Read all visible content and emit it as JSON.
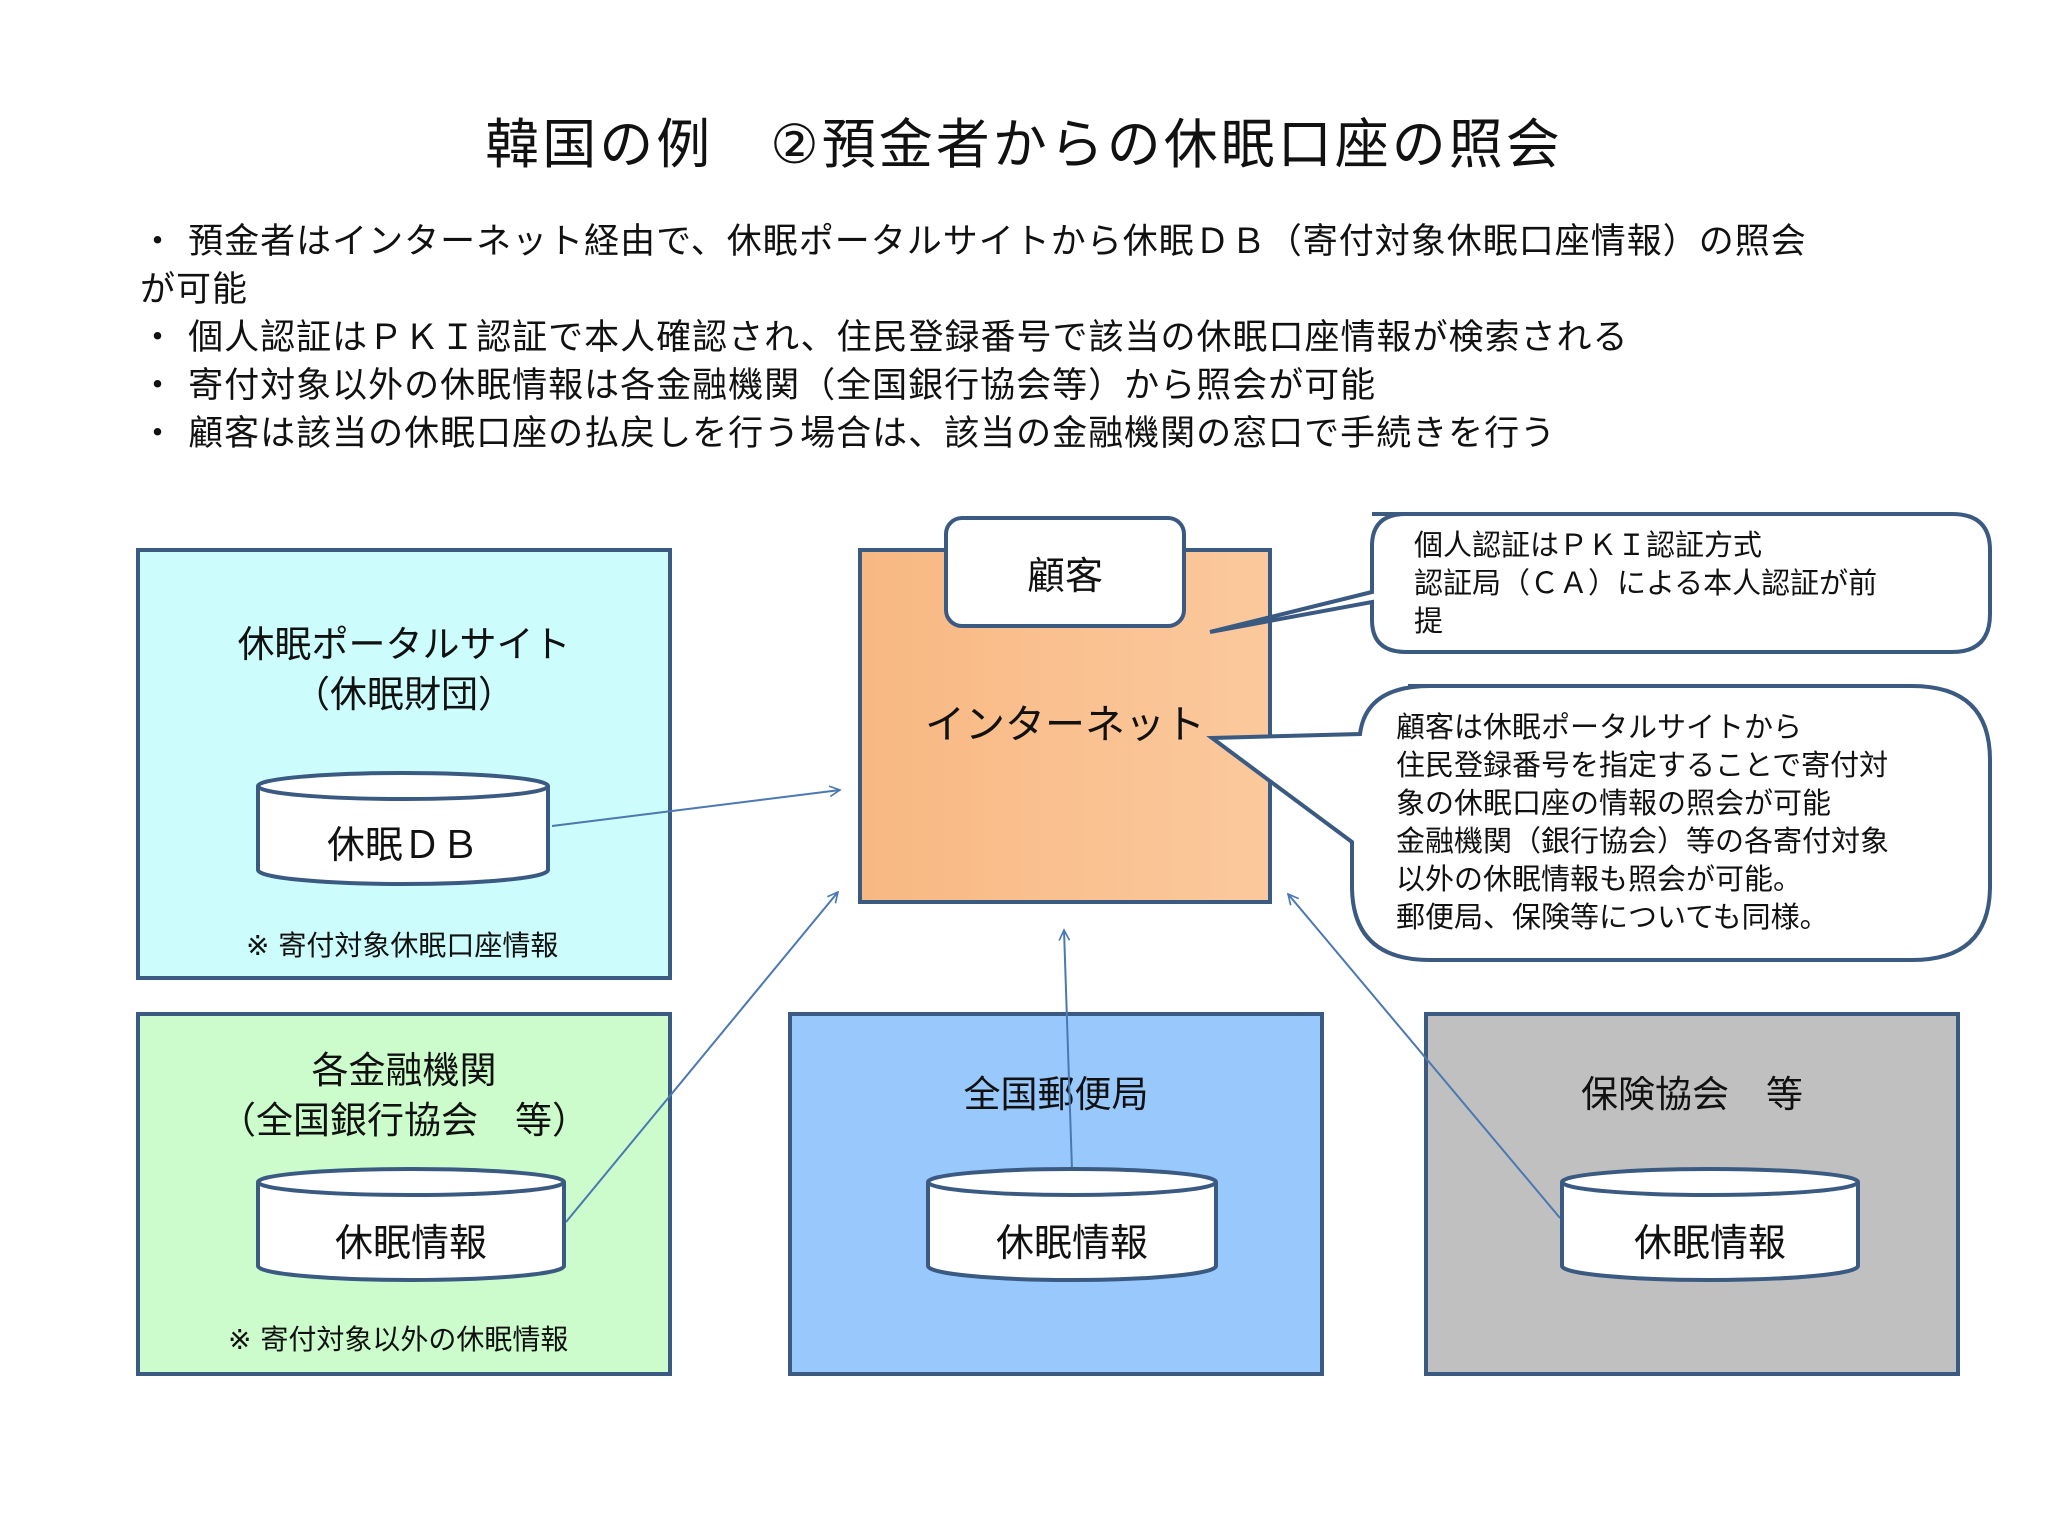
{
  "title": "韓国の例　②預金者からの休眠口座の照会",
  "bullets": [
    "・ 預金者はインターネット経由で、休眠ポータルサイトから休眠ＤＢ（寄付対象休眠口座情報）の照会",
    "が可能",
    "・ 個人認証はＰＫＩ認証で本人確認され、住民登録番号で該当の休眠口座情報が検索される",
    "・ 寄付対象以外の休眠情報は各金融機関（全国銀行協会等）から照会が可能",
    "・ 顧客は該当の休眠口座の払戻しを行う場合は、該当の金融機関の窓口で手続きを行う"
  ],
  "portal": {
    "title_line1": "休眠ポータルサイト",
    "title_line2": "（休眠財団）",
    "db_label": "休眠ＤＢ",
    "note": "※ 寄付対象休眠口座情報"
  },
  "internet": {
    "customer_label": "顧客",
    "label": "インターネット"
  },
  "finance": {
    "title_line1": "各金融機関",
    "title_line2": "（全国銀行協会　等）",
    "db_label": "休眠情報",
    "note": "※ 寄付対象以外の休眠情報"
  },
  "post": {
    "title": "全国郵便局",
    "db_label": "休眠情報"
  },
  "insurance": {
    "title": "保険協会　等",
    "db_label": "休眠情報"
  },
  "callouts": {
    "auth": [
      "個人認証はＰＫＩ認証方式",
      "認証局（ＣＡ）による本人認証が前",
      "提"
    ],
    "lookup": [
      "顧客は休眠ポータルサイトから",
      "住民登録番号を指定することで寄付対",
      "象の休眠口座の情報の照会が可能",
      "金融機関（銀行協会）等の各寄付対象",
      "以外の休眠情報も照会が可能。",
      "郵便局、保険等についても同様。"
    ]
  },
  "colors": {
    "border": "#3a5a82",
    "arrow": "#4a78b0",
    "portal_bg": "#ccfcfc",
    "internet_bg": "#f8b882",
    "finance_bg": "#ccfccc",
    "post_bg": "#99c9fc",
    "insurance_bg": "#c0c0c0"
  }
}
